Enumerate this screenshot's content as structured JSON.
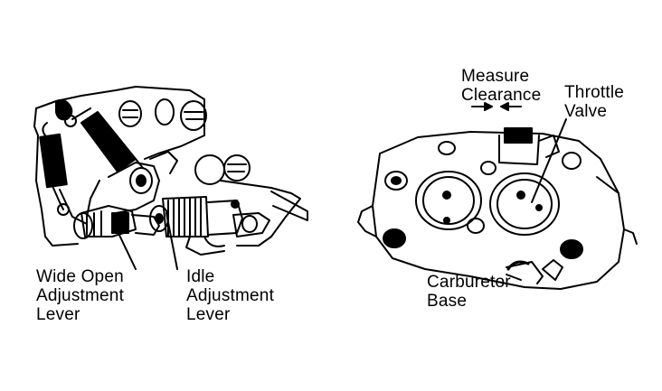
{
  "left_drawing": {
    "labels": {
      "wide_open_lever": [
        "Wide Open",
        "Adjustment",
        "Lever"
      ],
      "idle_lever": [
        "Idle",
        "Adjustment",
        "Lever"
      ]
    }
  },
  "right_drawing": {
    "labels": {
      "measure_clearance": [
        "Measure",
        "Clearance"
      ],
      "throttle_valve": [
        "Throttle",
        "Valve"
      ],
      "carburetor_base": [
        "Carburetor",
        "Base"
      ]
    }
  },
  "colors": {
    "ink": "#000000",
    "paper": "#ffffff"
  }
}
